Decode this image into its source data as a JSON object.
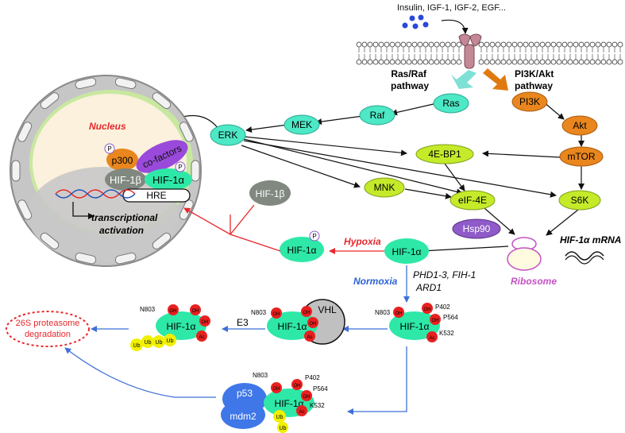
{
  "ligands": "Insulin, IGF-1, IGF-2, EGF...",
  "pathways": {
    "ras_raf": [
      "Ras/Raf",
      "pathway"
    ],
    "pi3k_akt": [
      "PI3K/Akt",
      "pathway"
    ]
  },
  "nodes": {
    "ras": "Ras",
    "raf": "Raf",
    "mek": "MEK",
    "erk": "ERK",
    "pi3k": "PI3K",
    "akt": "Akt",
    "mtor": "mTOR",
    "s6k": "S6K",
    "fourebp1": "4E-BP1",
    "mnk": "MNK",
    "eif4e": "eIF-4E",
    "hsp90": "Hsp90",
    "ribosome": "Ribosome",
    "hif_mrna": "HIF-1α mRNA"
  },
  "nucleus": {
    "label": "Nucleus",
    "p300": "p300",
    "cofactors": "co-factors",
    "hif1b": "HIF-1β",
    "hif1a": "HIF-1α",
    "hre": "HRE",
    "activation": [
      "transcriptional",
      "activation"
    ],
    "phospho": "P"
  },
  "labels": {
    "hif1a": "HIF-1α",
    "hif1b": "HIF-1β",
    "hypoxia": "Hypoxia",
    "normoxia": "Normoxia",
    "enzymes": [
      "PHD1-3, FIH-1",
      "ARD1"
    ],
    "vhl": "VHL",
    "e3": "E3",
    "proteasome": [
      "26S proteasome",
      "degradation"
    ],
    "p53": "p53",
    "mdm2": "mdm2",
    "oh": "OH",
    "ac": "Ac",
    "ub": "Ub",
    "phospho": "P",
    "n803": "N803",
    "p402": "P402",
    "p564": "P564",
    "k532": "K532"
  },
  "colors": {
    "ras_path": "#7fe0d6",
    "pi3k_path": "#e07a10",
    "node_orange": "#e9861d",
    "node_lime": "#c4ea2a",
    "node_teal": "#4de8c6",
    "hif_green": "#2ee8a8",
    "oh_red": "#e82020",
    "ub_yellow": "#f0f000",
    "hsp90": "#8e5bc8",
    "p53": "#3f77e8",
    "red_text": "#e8282c",
    "blue_text": "#2a62d8",
    "ribosome": "#c452c4"
  }
}
